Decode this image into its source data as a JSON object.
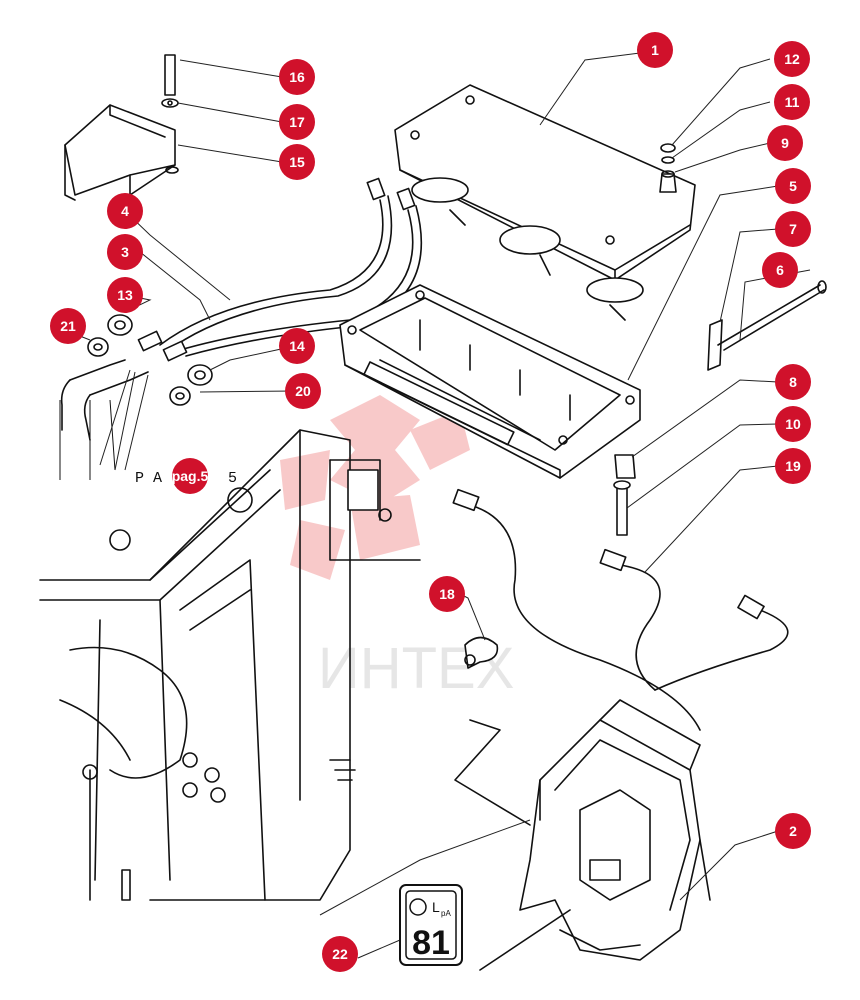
{
  "watermark": {
    "text": "ИНТЕХ"
  },
  "callouts": [
    "1",
    "2",
    "3",
    "4",
    "5",
    "6",
    "7",
    "8",
    "9",
    "10",
    "11",
    "12",
    "13",
    "14",
    "15",
    "16",
    "17",
    "18",
    "19",
    "20",
    "21",
    "22"
  ],
  "reference": {
    "text": "P A",
    "badge": "pag.5",
    "suffix": "5"
  },
  "label_plate": {
    "label": "L",
    "subscript": "pA",
    "value": "81"
  }
}
